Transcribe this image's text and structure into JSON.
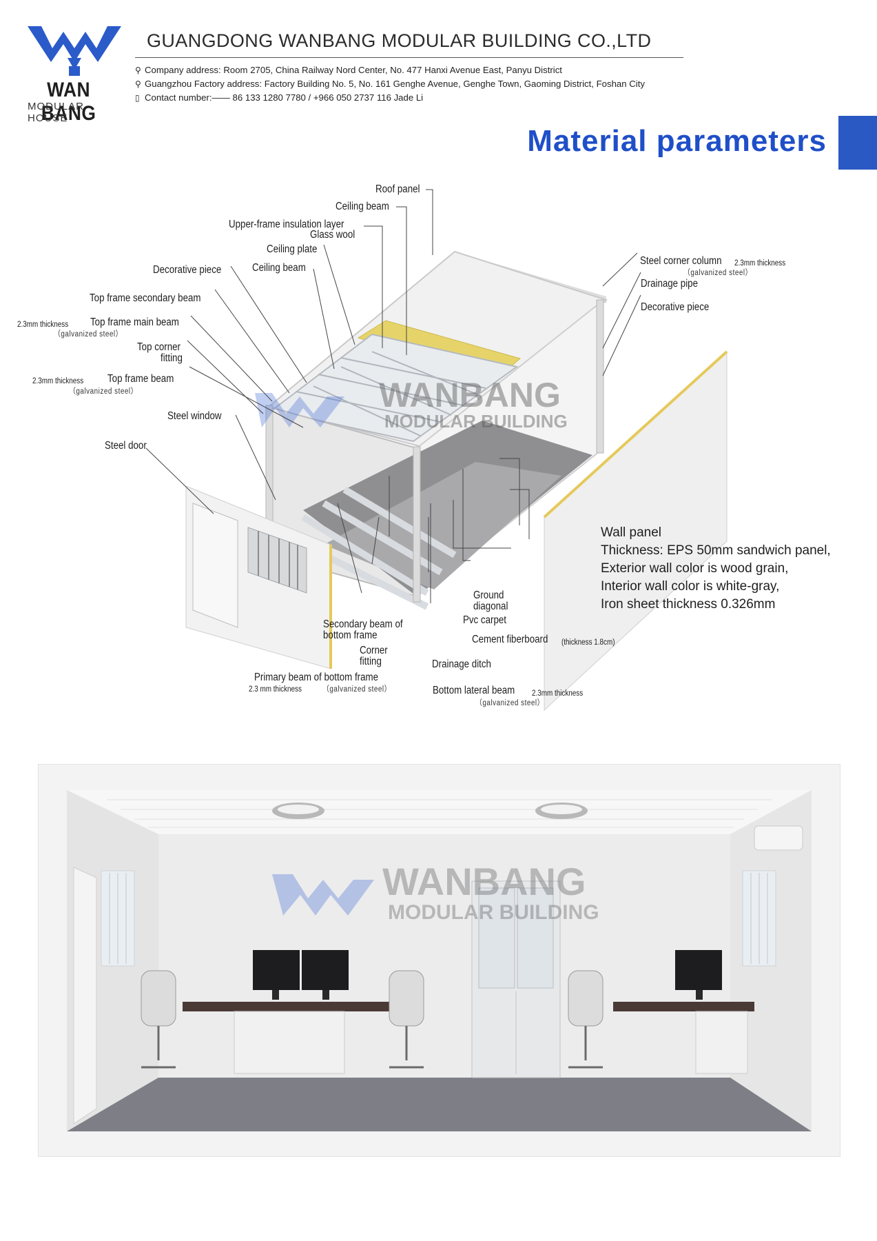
{
  "header": {
    "logo_name": "WAN BANG",
    "logo_sub": "MODULAR HOUSE",
    "company_name": "GUANGDONG WANBANG MODULAR BUILDING CO.,LTD",
    "address": "Company address: Room 2705, China Railway Nord Center, No. 477 Hanxi Avenue East, Panyu District",
    "factory": "Guangzhou Factory address: Factory Building No. 5, No. 161 Genghe Avenue, Genghe Town, Gaoming District, Foshan City",
    "contact": "Contact number:—— 86 133 1280 7780 / +966 050 2737 116 Jade Li",
    "brand_color": "#1f4fc8"
  },
  "section_title": "Material parameters",
  "diagram": {
    "watermark": [
      "WANBANG",
      "MODULAR BUILDING"
    ],
    "labels": {
      "roof_panel": "Roof panel",
      "ceiling_beam_top": "Ceiling beam",
      "upper_insulation": "Upper-frame insulation layer",
      "glass_wool": "Glass wool",
      "ceiling_plate": "Ceiling plate",
      "decorative_piece_left": "Decorative piece",
      "ceiling_beam": "Ceiling beam",
      "top_frame_secondary_beam": "Top frame secondary beam",
      "top_frame_main_beam_thk": "2.3mm thickness",
      "top_frame_main_beam": "Top frame main beam",
      "top_frame_main_beam_mat": "（galvanized steel）",
      "top_corner_fitting_1": "Top corner",
      "top_corner_fitting_2": "fitting",
      "top_frame_beam_thk": "2.3mm thickness",
      "top_frame_beam": "Top frame beam",
      "top_frame_beam_mat": "（galvanized steel）",
      "steel_window": "Steel window",
      "steel_door": "Steel door",
      "steel_corner_column": "Steel corner column",
      "steel_corner_column_thk": "2.3mm thickness",
      "steel_corner_column_mat": "（galvanized steel）",
      "drainage_pipe": "Drainage pipe",
      "decorative_piece_right": "Decorative piece",
      "ground_diagonal_1": "Ground",
      "ground_diagonal_2": "diagonal",
      "pvc_carpet": "Pvc carpet",
      "cement_fiberboard": "Cement fiberboard",
      "cement_fiberboard_thk": "(thickness 1.8cm)",
      "secondary_beam_bottom_1": "Secondary beam of",
      "secondary_beam_bottom_2": "bottom frame",
      "corner_fitting_1": "Corner",
      "corner_fitting_2": "fitting",
      "drainage_ditch": "Drainage ditch",
      "primary_beam_bottom": "Primary beam of bottom frame",
      "primary_beam_bottom_thk": "2.3 mm thickness",
      "primary_beam_bottom_mat": "（galvanized steel）",
      "bottom_lateral_beam": "Bottom lateral beam",
      "bottom_lateral_beam_thk": "2.3mm thickness",
      "bottom_lateral_beam_mat": "（galvanized steel）"
    },
    "wall_panel": [
      "Wall panel",
      "Thickness:  EPS 50mm sandwich panel,",
      "Exterior wall color is wood grain,",
      "Interior wall color is white-gray,",
      "Iron sheet thickness 0.326mm"
    ]
  },
  "office_watermark": [
    "WANBANG",
    "MODULAR BUILDING"
  ]
}
